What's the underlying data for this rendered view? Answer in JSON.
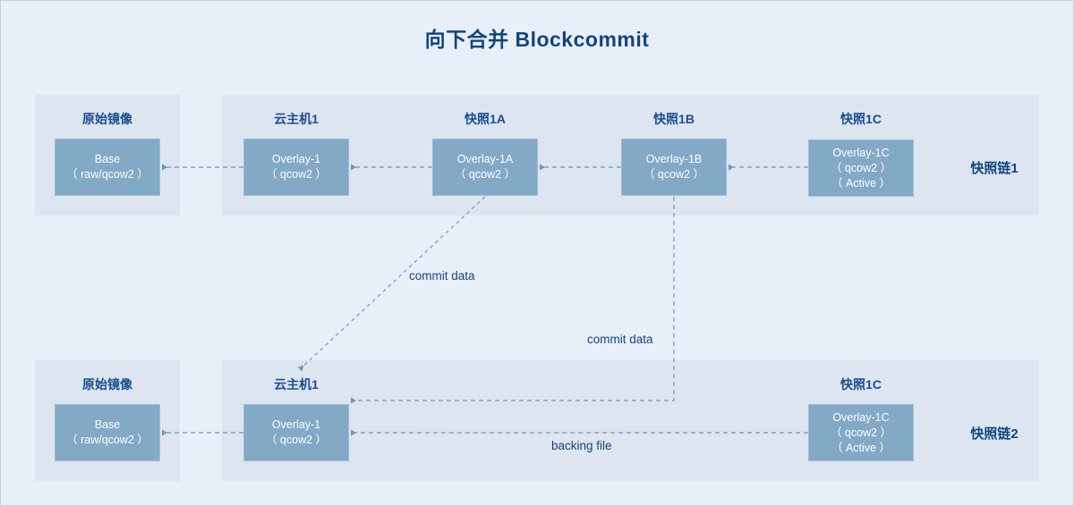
{
  "title": "向下合并 Blockcommit",
  "colors": {
    "page_background": "#e9eff9",
    "panel": "#dde5f0",
    "node_fill": "#82a9c6",
    "node_border": "#9dbcd3",
    "title_text": "#11457f",
    "caption_text": "#1a4d8f",
    "wire": "#7fa2c0",
    "page_border": "#c9cdd4"
  },
  "chains": [
    {
      "id": "chain-1",
      "label": "快照链1",
      "groups": [
        {
          "id": "base-1",
          "caption": "原始镜像",
          "node": {
            "name": "base-node",
            "lines": [
              "Base",
              "（ raw/qcow2 ）"
            ]
          }
        },
        {
          "id": "host-1",
          "caption": "云主机1",
          "node": {
            "name": "overlay-1-node",
            "lines": [
              "Overlay-1",
              "（ qcow2 ）"
            ]
          }
        },
        {
          "id": "snapshot-1a",
          "caption": "快照1A",
          "node": {
            "name": "overlay-1a-node",
            "lines": [
              "Overlay-1A",
              "（ qcow2 ）"
            ]
          }
        },
        {
          "id": "snapshot-1b",
          "caption": "快照1B",
          "node": {
            "name": "overlay-1b-node",
            "lines": [
              "Overlay-1B",
              "（ qcow2 ）"
            ]
          }
        },
        {
          "id": "snapshot-1c",
          "caption": "快照1C",
          "node": {
            "name": "overlay-1c-node",
            "lines": [
              "Overlay-1C",
              "（ qcow2 ）",
              "（ Active ）"
            ]
          }
        }
      ]
    },
    {
      "id": "chain-2",
      "label": "快照链2",
      "groups": [
        {
          "id": "base-2",
          "caption": "原始镜像",
          "node": {
            "name": "base-node",
            "lines": [
              "Base",
              "（ raw/qcow2 ）"
            ]
          }
        },
        {
          "id": "host-2",
          "caption": "云主机1",
          "node": {
            "name": "overlay-1-node",
            "lines": [
              "Overlay-1",
              "（ qcow2 ）"
            ]
          }
        },
        {
          "id": "snapshot-2c",
          "caption": "快照1C",
          "node": {
            "name": "overlay-1c-node",
            "lines": [
              "Overlay-1C",
              "（ qcow2 ）",
              "（ Active ）"
            ]
          }
        }
      ]
    }
  ],
  "edge_labels": {
    "commit_data_a": "commit data",
    "commit_data_b": "commit data",
    "backing_file": "backing file"
  }
}
